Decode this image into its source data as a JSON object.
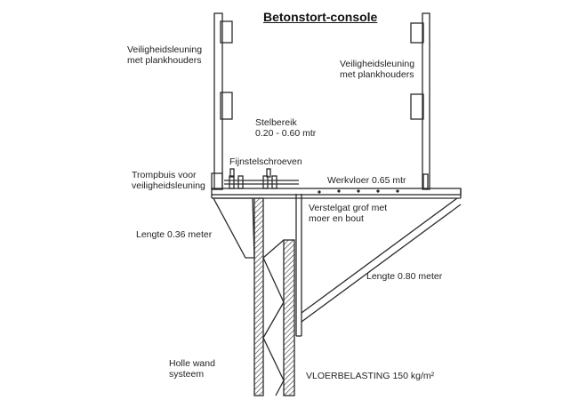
{
  "title": "Betonstort-console",
  "labels": {
    "railing_left_line1": "Veiligheidsleuning",
    "railing_left_line2": "met plankhouders",
    "railing_right_line1": "Veiligheidsleuning",
    "railing_right_line2": "met plankhouders",
    "range_line1": "Stelbereik",
    "range_line2": "0.20 - 0.60 mtr",
    "fine_screws": "Fijnstelschroeven",
    "tube_line1": "Trompbuis voor",
    "tube_line2": "veiligheidsleuning",
    "work_floor": "Werkvloer 0.65 mtr",
    "adjust_line1": "Verstelgat grof met",
    "adjust_line2": "moer en bout",
    "length_short": "Lengte 0.36 meter",
    "length_long": "Lengte 0.80 meter",
    "wall_line1": "Holle wand",
    "wall_line2": "systeem",
    "load": "VLOERBELASTING 150 kg/m²"
  }
}
